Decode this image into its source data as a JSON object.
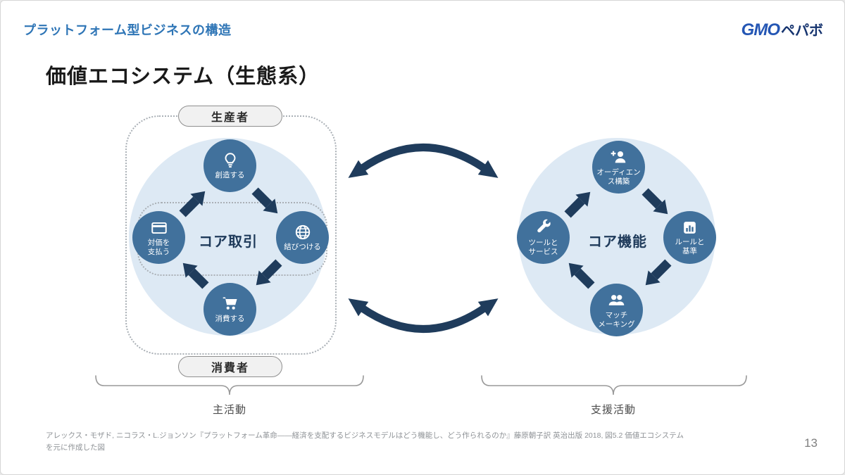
{
  "slide": {
    "kicker": "プラットフォーム型ビジネスの構造",
    "title": "価値エコシステム（生態系）",
    "page_number": "13",
    "source_note": "アレックス・モザド, ニコラス・L.ジョンソン『プラットフォーム革命――経済を支配するビジネスモデルはどう機能し、どう作られるのか』藤原朝子訳 英治出版 2018, 図5.2 価値エコシステム\nを元に作成した図",
    "logo": {
      "gmo": "GMO",
      "pepabo": "ペパボ"
    }
  },
  "left_diagram": {
    "center_label": "コア取引",
    "top_pill": "生産者",
    "bottom_pill": "消費者",
    "brace_label": "主活動",
    "nodes": [
      {
        "label": "創造する",
        "icon": "lightbulb-icon"
      },
      {
        "label": "結びつける",
        "icon": "globe-icon"
      },
      {
        "label": "消費する",
        "icon": "cart-icon"
      },
      {
        "label": "対価を\n支払う",
        "icon": "credit-card-icon"
      }
    ]
  },
  "right_diagram": {
    "center_label": "コア機能",
    "brace_label": "支援活動",
    "nodes": [
      {
        "label": "オーディエン\nス構築",
        "icon": "person-add-icon"
      },
      {
        "label": "ルールと\n基準",
        "icon": "bar-chart-icon"
      },
      {
        "label": "マッチ\nメーキング",
        "icon": "people-icon"
      },
      {
        "label": "ツールと\nサービス",
        "icon": "wrench-icon"
      }
    ]
  },
  "colors": {
    "kicker_blue": "#2e75b6",
    "node_blue": "#41719c",
    "arrow_navy": "#1f3c5c",
    "halo_blue": "#dde9f4",
    "dotted_gray": "#aab0b6",
    "brace_gray": "#999999"
  }
}
